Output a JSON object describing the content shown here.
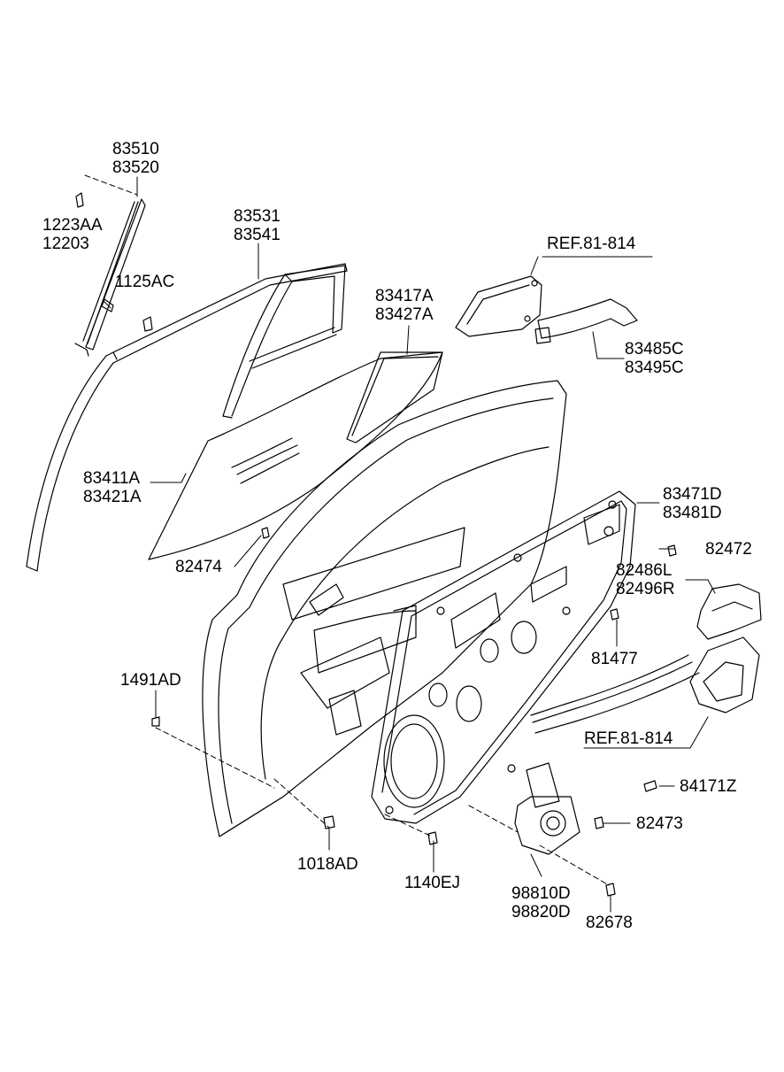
{
  "diagram": {
    "part_labels": {
      "p83510": "83510",
      "p83520": "83520",
      "p1223AA": "1223AA",
      "p12203": "12203",
      "p83531": "83531",
      "p83541": "83541",
      "p1125AC": "1125AC",
      "ref_top": "REF.81-814",
      "p83417A": "83417A",
      "p83427A": "83427A",
      "p83485C": "83485C",
      "p83495C": "83495C",
      "p83411A": "83411A",
      "p83421A": "83421A",
      "p82474": "82474",
      "p83471D": "83471D",
      "p83481D": "83481D",
      "p82472": "82472",
      "p82486L": "82486L",
      "p82496R": "82496R",
      "p81477": "81477",
      "p1491AD": "1491AD",
      "ref_bottom": "REF.81-814",
      "p84171Z": "84171Z",
      "p82473": "82473",
      "p1018AD": "1018AD",
      "p1140EJ": "1140EJ",
      "p98810D": "98810D",
      "p98820D": "98820D",
      "p82678": "82678"
    }
  }
}
